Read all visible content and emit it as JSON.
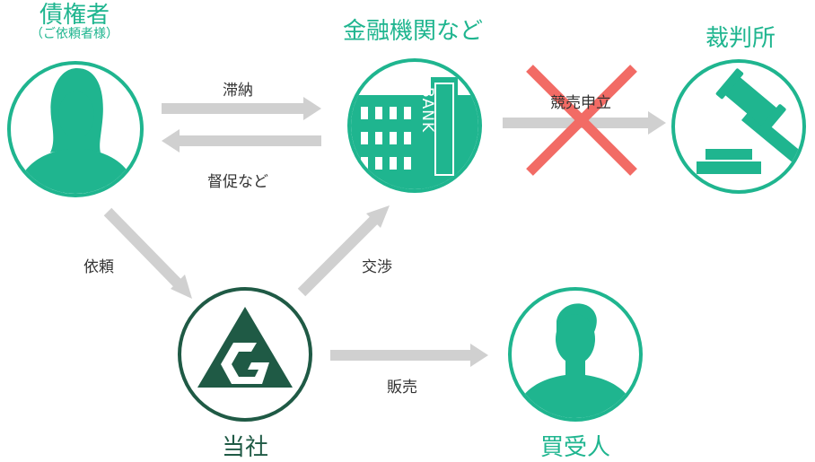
{
  "nodes": {
    "debtor": {
      "title": "債権者",
      "subtitle": "（ご依頼者様）",
      "icon": "person-female-icon"
    },
    "bank": {
      "title": "金融機関など",
      "icon": "bank-building-icon",
      "sign": "BANK"
    },
    "court": {
      "title": "裁判所",
      "icon": "gavel-icon"
    },
    "company": {
      "title": "当社",
      "icon": "company-logo-icon"
    },
    "buyer": {
      "title": "買受人",
      "icon": "person-male-icon"
    }
  },
  "edges": {
    "arrears": "滞納",
    "demand": "督促など",
    "auction": "競売申立",
    "request": "依頼",
    "negotiation": "交渉",
    "sale": "販売"
  },
  "colors": {
    "green": "#1fb58f",
    "dark_green": "#1f5a45",
    "arrow_gray": "#d0d0d0",
    "cross_red": "#f26b65"
  }
}
